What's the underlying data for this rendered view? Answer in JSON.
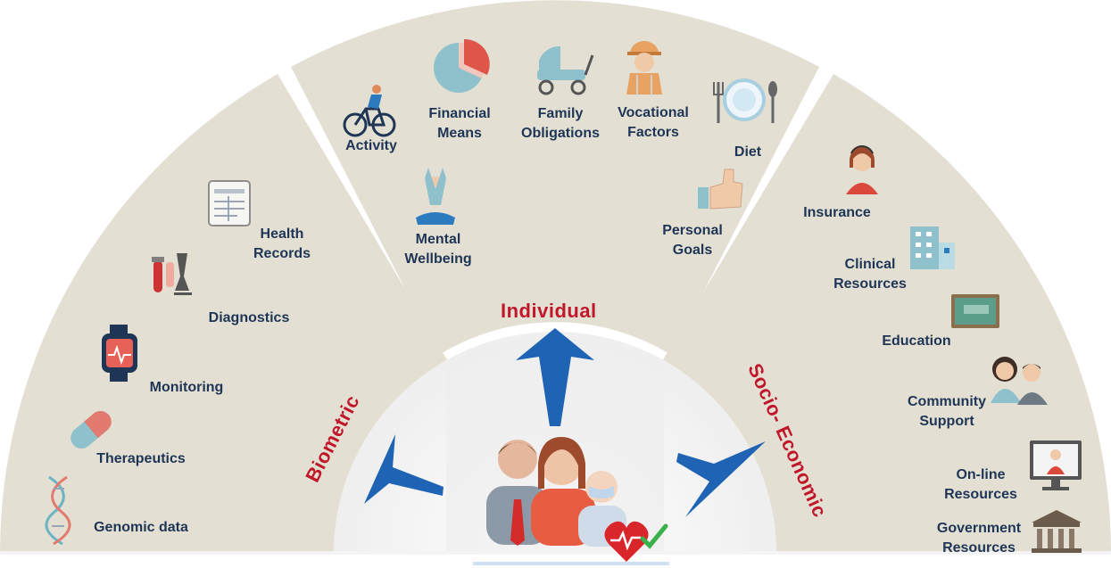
{
  "sections": {
    "biometric": "Biometric",
    "individual": "Individual",
    "socio_economic": "Socio- Economic"
  },
  "biometric_items": {
    "health_records": "Health Records",
    "diagnostics": "Diagnostics",
    "monitoring": "Monitoring",
    "therapeutics": "Therapeutics",
    "genomic_data": "Genomic data"
  },
  "individual_items": {
    "activity": "Activity",
    "financial_means": "Financial Means",
    "family_obligations": "Family Obligations",
    "vocational_factors": "Vocational Factors",
    "diet": "Diet",
    "mental_wellbeing": "Mental Wellbeing",
    "personal_goals": "Personal Goals"
  },
  "socio_items": {
    "insurance": "Insurance",
    "clinical_resources": "Clinical Resources",
    "education": "Education",
    "community_support": "Community Support",
    "online_resources": "On-line Resources",
    "government_resources": "Government Resources"
  },
  "colors": {
    "panel": "#e3e0d3",
    "arrow": "#1e63b4",
    "label": "#1f3556",
    "section": "#c0172a"
  }
}
